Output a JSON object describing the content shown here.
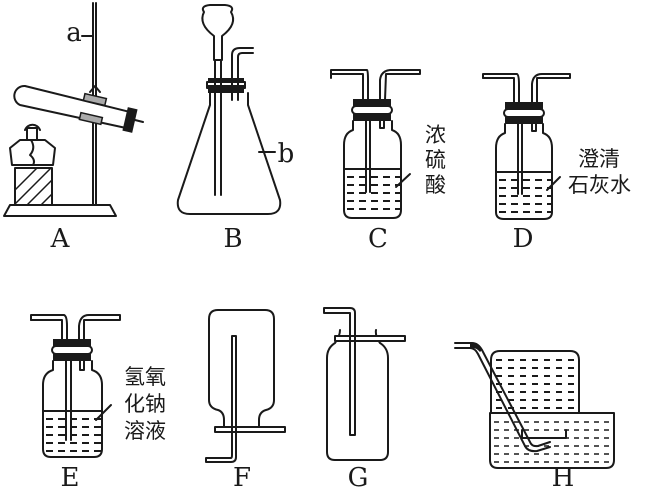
{
  "title": "Laboratory gas apparatus diagram",
  "apparatus": [
    {
      "id": "A",
      "label": "A",
      "name": "heating test tube on iron stand with alcohol lamp",
      "part_label": "a"
    },
    {
      "id": "B",
      "label": "B",
      "name": "conical flask with long-neck funnel",
      "part_label": "b"
    },
    {
      "id": "C",
      "label": "C",
      "name": "gas washing bottle",
      "liquid_lines": [
        "浓",
        "硫",
        "酸"
      ]
    },
    {
      "id": "D",
      "label": "D",
      "name": "gas washing bottle",
      "liquid_lines": [
        "澄清",
        "石灰水"
      ]
    },
    {
      "id": "E",
      "label": "E",
      "name": "gas washing bottle",
      "liquid_lines": [
        "氢氧",
        "化钠",
        "溶液"
      ]
    },
    {
      "id": "F",
      "label": "F",
      "name": "inverted gas collecting bottle (downward air displacement)"
    },
    {
      "id": "G",
      "label": "G",
      "name": "gas collecting bottle (upward air displacement)"
    },
    {
      "id": "H",
      "label": "H",
      "name": "collection over water (water trough)"
    }
  ],
  "colors": {
    "ink": "#1a1a1a",
    "background": "#ffffff"
  }
}
